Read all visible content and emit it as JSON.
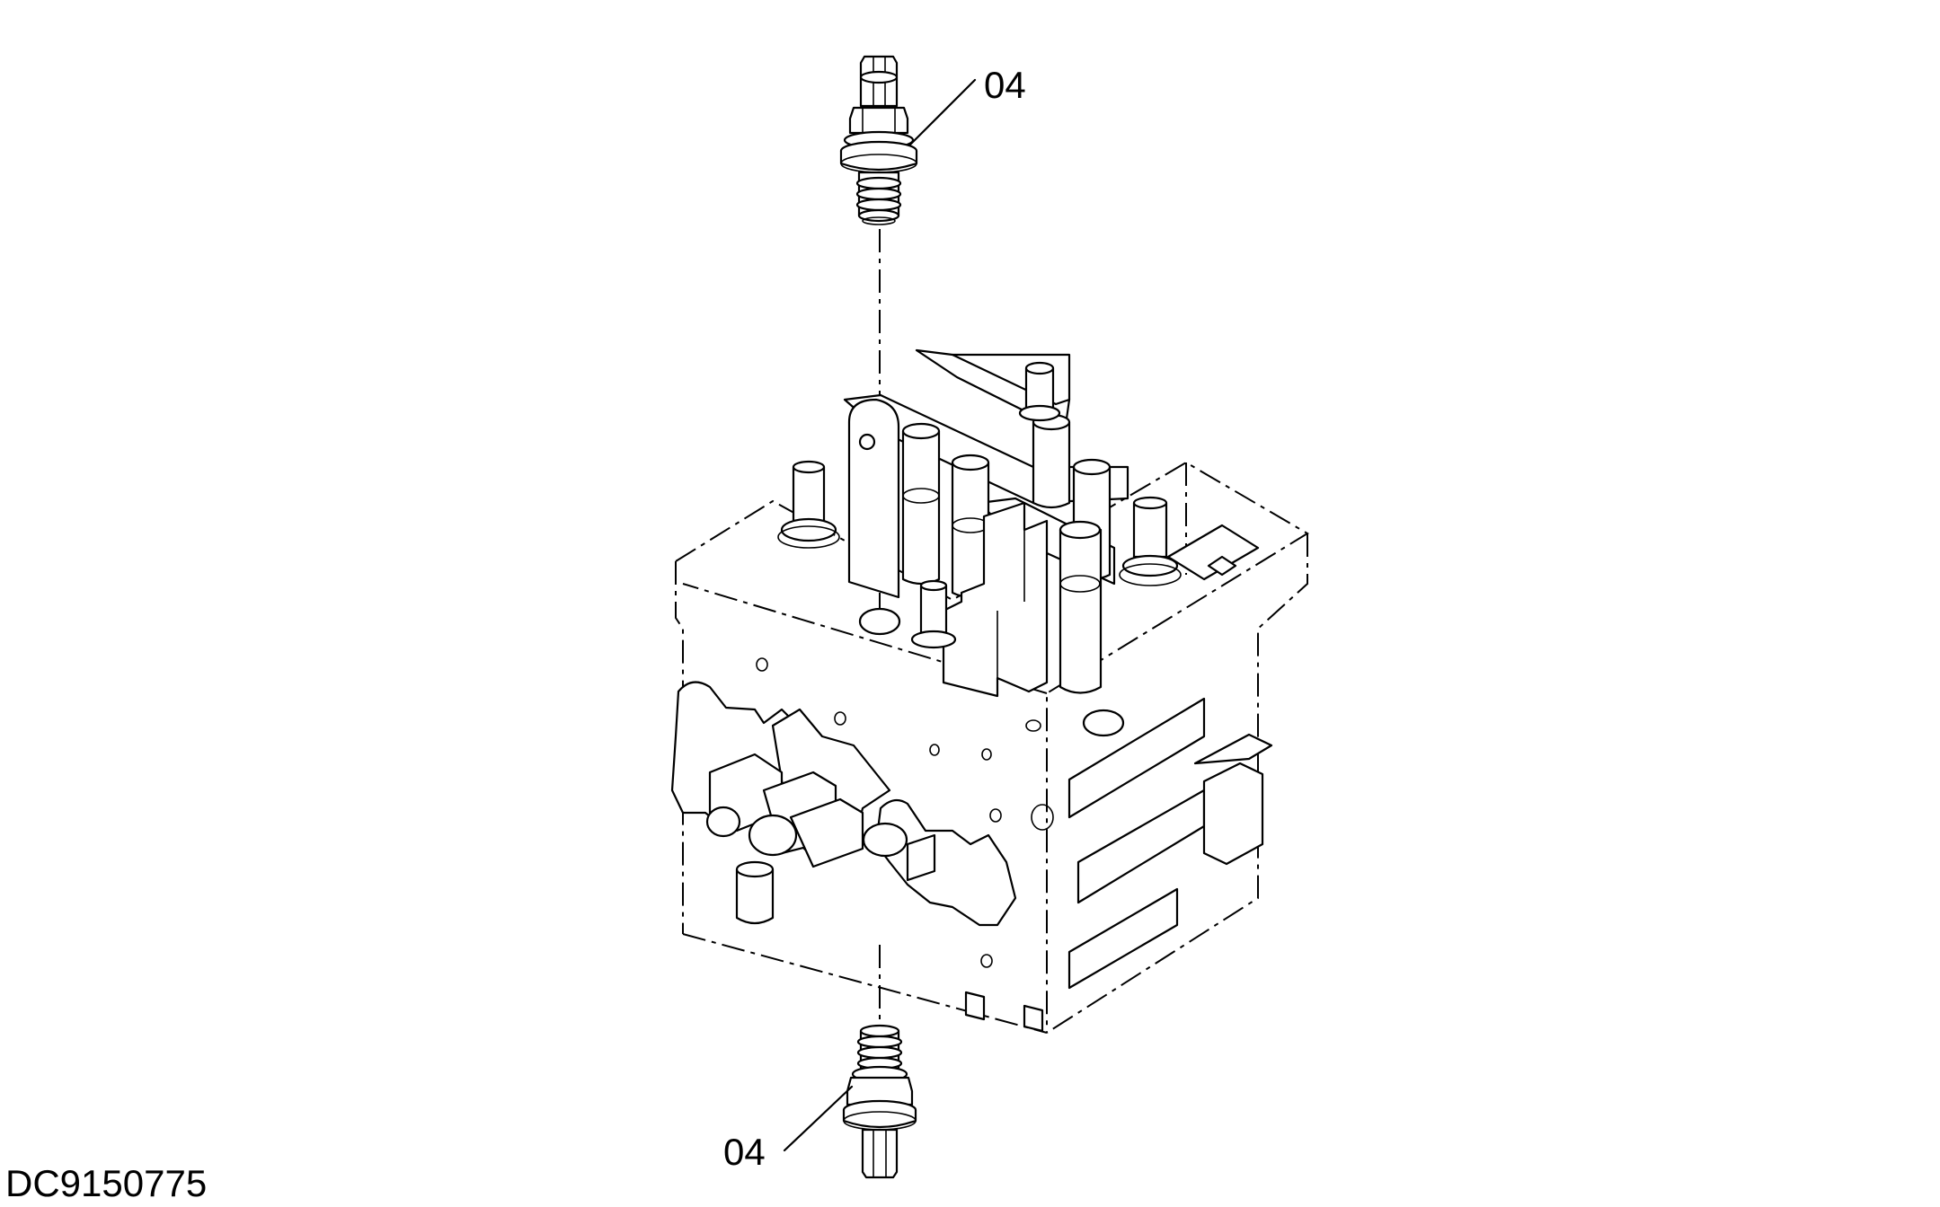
{
  "callouts": {
    "top": "04",
    "bottom": "04"
  },
  "drawing_id": "DC9150775",
  "colors": {
    "line": "#000000",
    "background": "#ffffff"
  }
}
